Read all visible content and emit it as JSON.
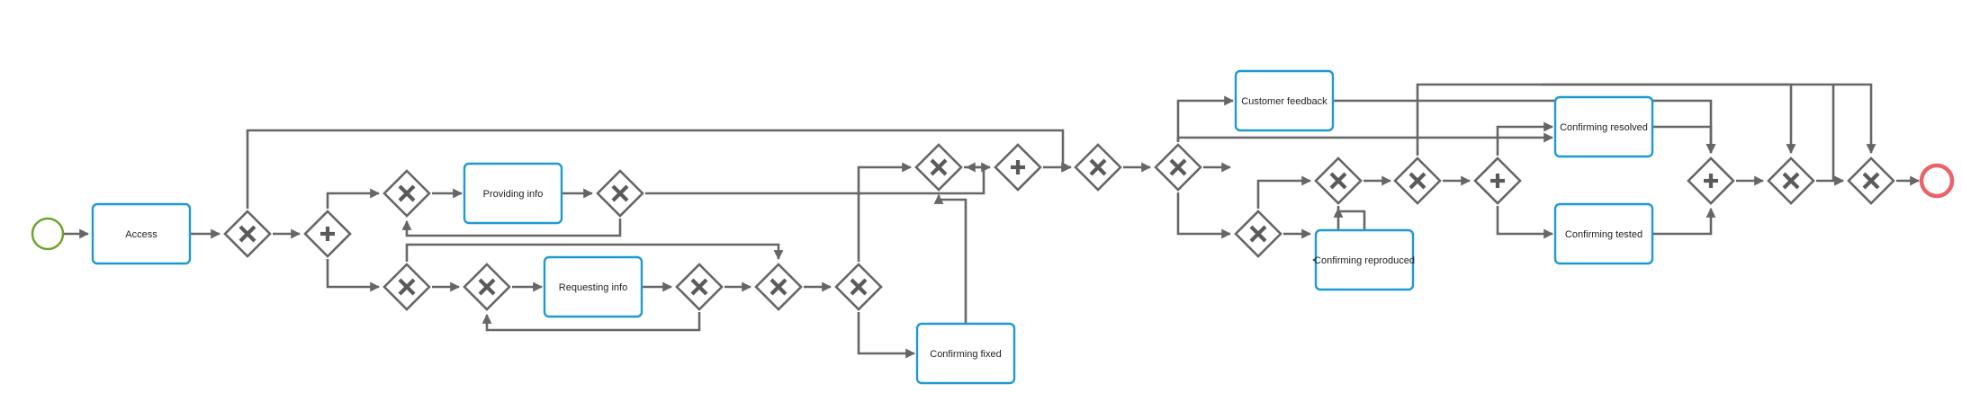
{
  "diagram": {
    "type": "bpmn-process",
    "colors": {
      "flow": "#666666",
      "task_border": "#1e9ad0",
      "start_event": "#6aa326",
      "end_event": "#e8646a",
      "gateway_border": "#666666"
    },
    "tasks": [
      {
        "id": "access",
        "label": "Access"
      },
      {
        "id": "providing_info",
        "label": "Providing info"
      },
      {
        "id": "requesting_info",
        "label": "Requesting info"
      },
      {
        "id": "confirming_fixed",
        "label": "Confirming fixed"
      },
      {
        "id": "customer_feedback",
        "label": "Customer feedback"
      },
      {
        "id": "confirming_resolved",
        "label": "Confirming resolved"
      },
      {
        "id": "confirming_reproduced",
        "label": "Confirming reproduced"
      },
      {
        "id": "confirming_tested",
        "label": "Confirming tested"
      }
    ],
    "gateways": [
      {
        "id": "g1",
        "kind": "exclusive"
      },
      {
        "id": "g2",
        "kind": "parallel"
      },
      {
        "id": "g3",
        "kind": "exclusive"
      },
      {
        "id": "g4",
        "kind": "exclusive"
      },
      {
        "id": "g5",
        "kind": "exclusive"
      },
      {
        "id": "g6",
        "kind": "exclusive"
      },
      {
        "id": "g7",
        "kind": "exclusive"
      },
      {
        "id": "g8",
        "kind": "exclusive"
      },
      {
        "id": "g9",
        "kind": "exclusive"
      },
      {
        "id": "g10",
        "kind": "exclusive"
      },
      {
        "id": "g11",
        "kind": "parallel"
      },
      {
        "id": "g12",
        "kind": "exclusive"
      },
      {
        "id": "g13",
        "kind": "exclusive"
      },
      {
        "id": "g14",
        "kind": "exclusive"
      },
      {
        "id": "g15",
        "kind": "exclusive"
      },
      {
        "id": "g16",
        "kind": "exclusive"
      },
      {
        "id": "g17",
        "kind": "parallel"
      },
      {
        "id": "g18",
        "kind": "parallel"
      },
      {
        "id": "g19",
        "kind": "exclusive"
      },
      {
        "id": "g20",
        "kind": "exclusive"
      }
    ],
    "events": [
      {
        "id": "start",
        "kind": "start"
      },
      {
        "id": "end",
        "kind": "end"
      }
    ]
  }
}
